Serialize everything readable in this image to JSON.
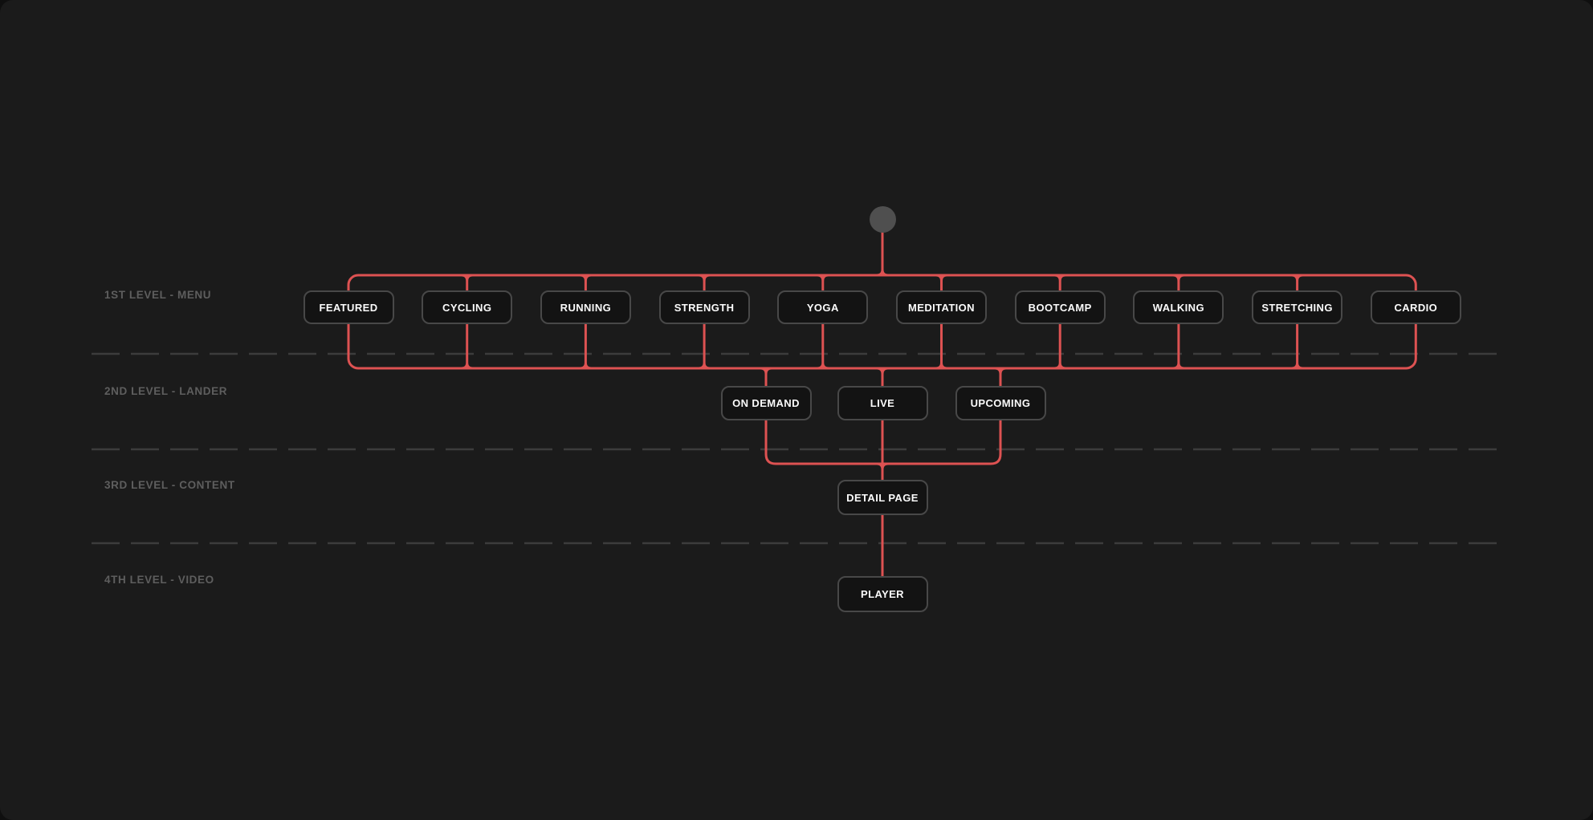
{
  "canvas": {
    "background": "#1b1b1b",
    "page_background": "#0f0f0f"
  },
  "colors": {
    "connector": "#dd5252",
    "separator": "#3c3c3c",
    "node_fill": "#131313",
    "node_border": "#484848",
    "node_text": "#fbfbfb",
    "label_text": "#5e5e5e",
    "root_dot": "#4f4f4f"
  },
  "root": {
    "icon": "root-dot"
  },
  "levels": [
    {
      "id": "menu",
      "label": "1ST LEVEL - MENU",
      "nodes": [
        "FEATURED",
        "CYCLING",
        "RUNNING",
        "STRENGTH",
        "YOGA",
        "MEDITATION",
        "BOOTCAMP",
        "WALKING",
        "STRETCHING",
        "CARDIO"
      ]
    },
    {
      "id": "lander",
      "label": "2ND LEVEL - LANDER",
      "nodes": [
        "ON DEMAND",
        "LIVE",
        "UPCOMING"
      ]
    },
    {
      "id": "content",
      "label": "3RD LEVEL - CONTENT",
      "nodes": [
        "DETAIL PAGE"
      ]
    },
    {
      "id": "video",
      "label": "4TH LEVEL - VIDEO",
      "nodes": [
        "PLAYER"
      ]
    }
  ]
}
